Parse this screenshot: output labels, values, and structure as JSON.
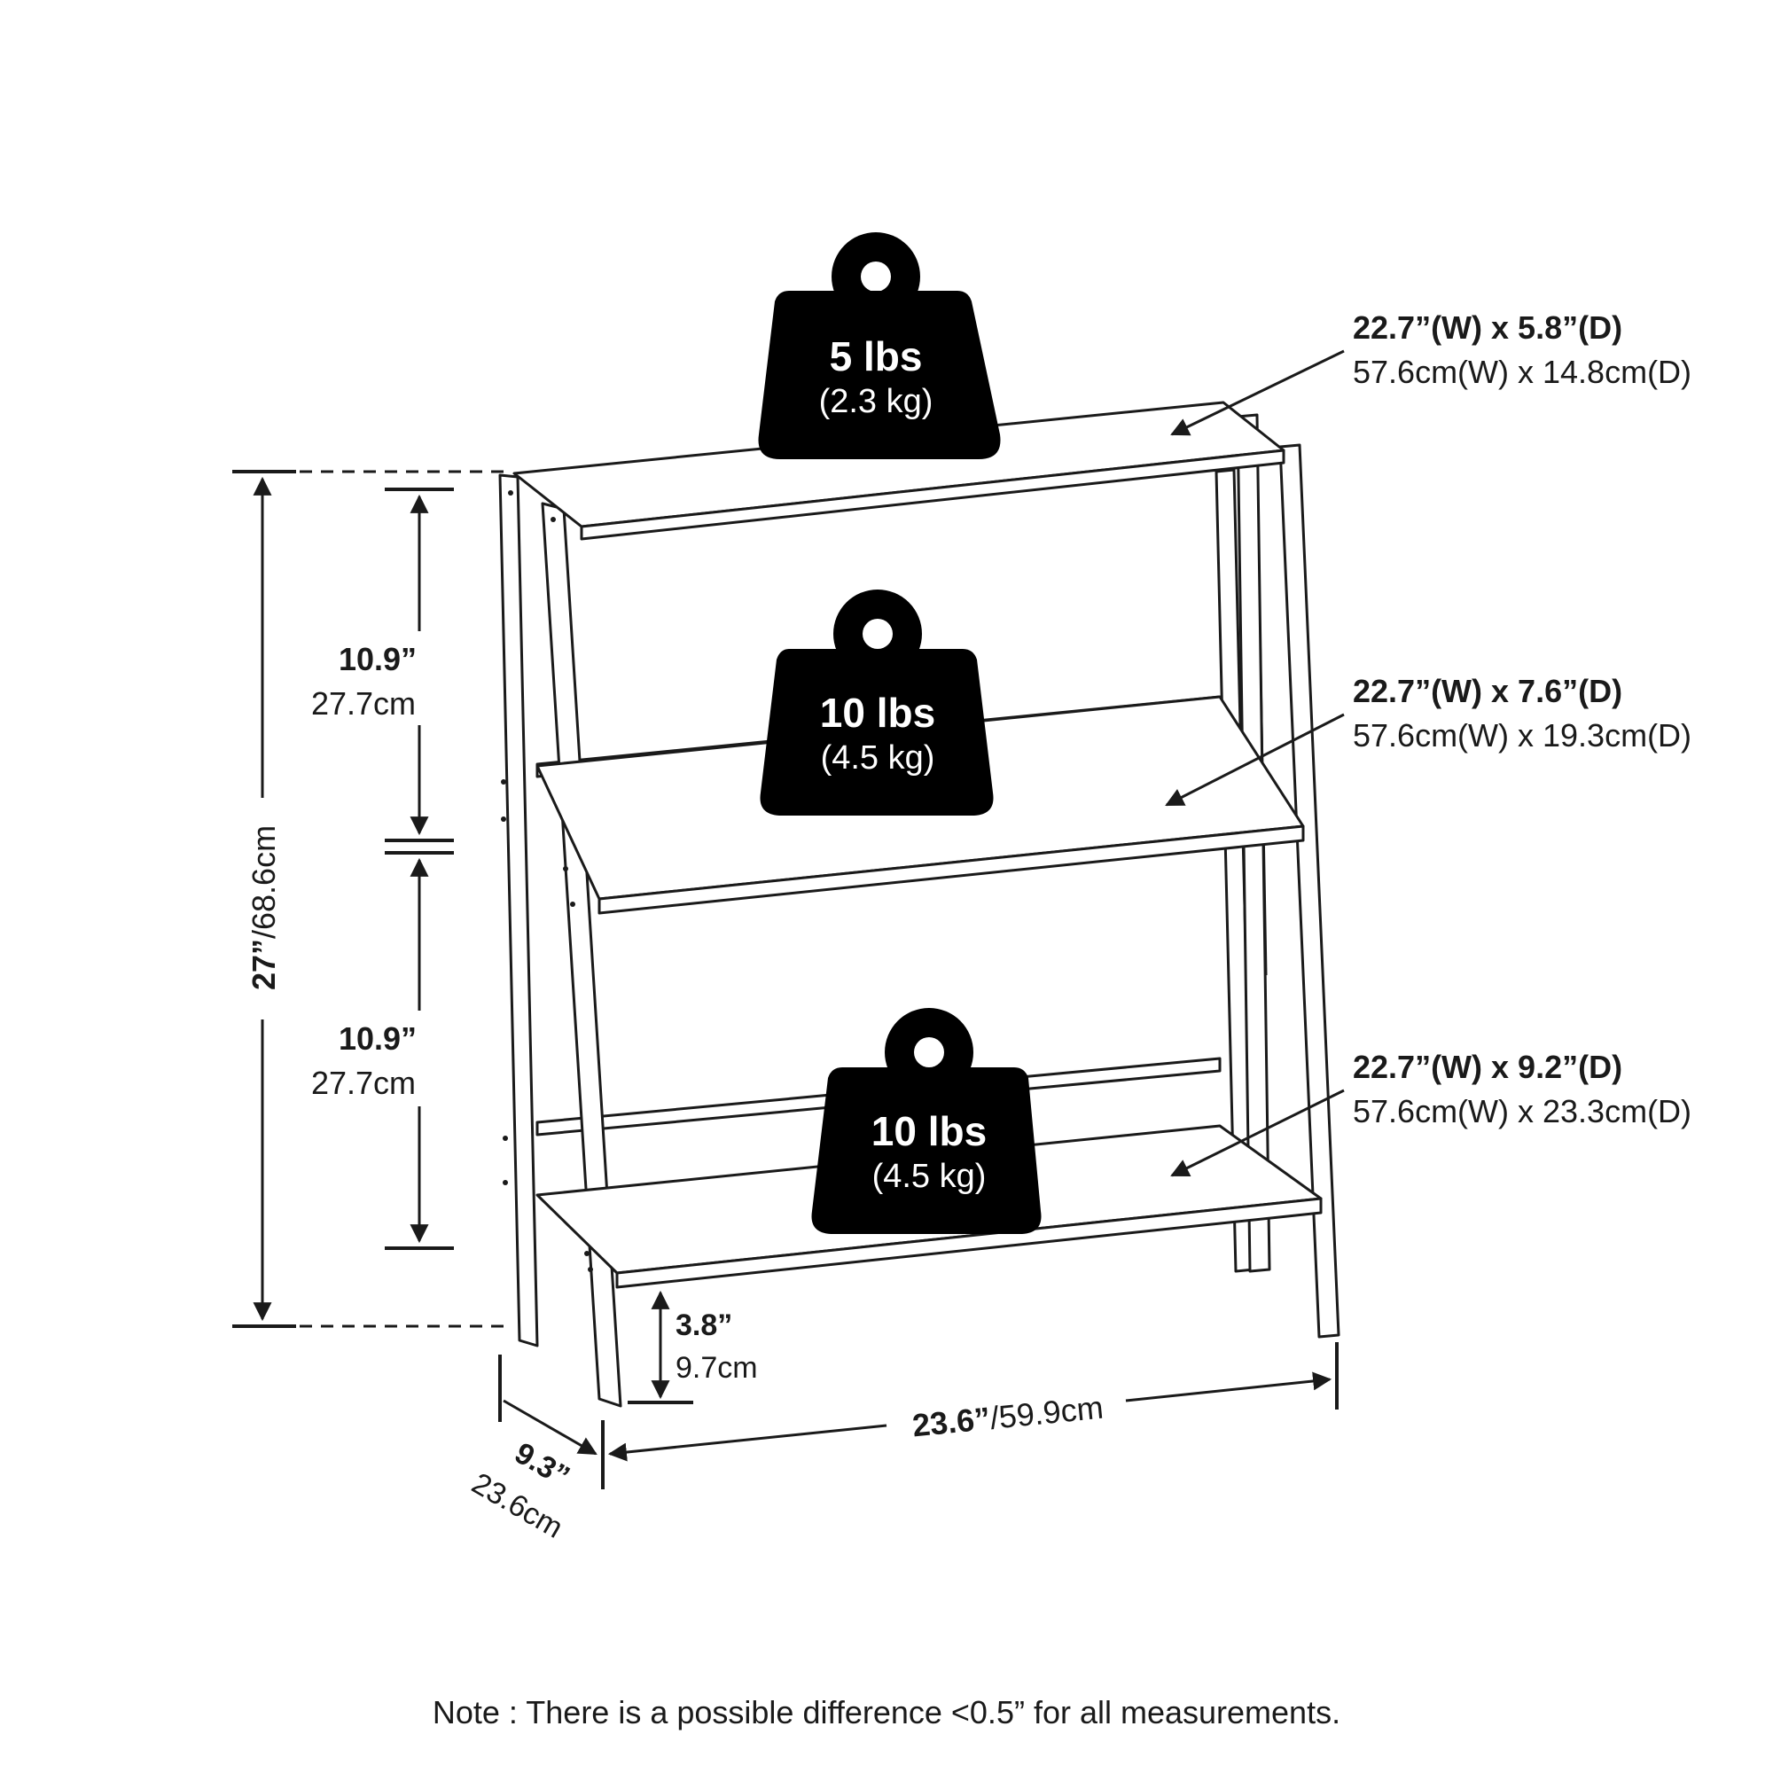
{
  "weights": {
    "top": {
      "lbs": "5 lbs",
      "kg": "(2.3 kg)"
    },
    "middle": {
      "lbs": "10 lbs",
      "kg": "(4.5 kg)"
    },
    "bottom": {
      "lbs": "10 lbs",
      "kg": "(4.5 kg)"
    }
  },
  "shelves": {
    "top": {
      "inch": "22.7”(W)  x 5.8”(D)",
      "cm": "57.6cm(W) x 14.8cm(D)"
    },
    "middle": {
      "inch": "22.7”(W)  x 7.6”(D)",
      "cm": "57.6cm(W) x 19.3cm(D)"
    },
    "bottom": {
      "inch": "22.7”(W)  x 9.2”(D)",
      "cm": "57.6cm(W) x 23.3cm(D)"
    }
  },
  "dimensions": {
    "height": {
      "inch": "27”",
      "cm": "/68.6cm"
    },
    "upper_gap": {
      "inch": "10.9”",
      "cm": "27.7cm"
    },
    "lower_gap": {
      "inch": "10.9”",
      "cm": "27.7cm"
    },
    "clearance": {
      "inch": "3.8”",
      "cm": "9.7cm"
    },
    "width": {
      "inch": "23.6”",
      "cm": "/59.9cm"
    },
    "depth": {
      "inch": "9.3”",
      "cm": "23.6cm"
    }
  },
  "note": "Note : There is a possible difference <0.5” for all measurements."
}
